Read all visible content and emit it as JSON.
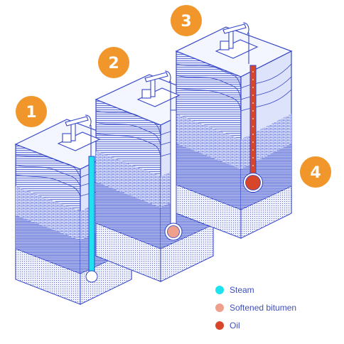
{
  "steps": [
    {
      "number": "1",
      "fluid": "steam"
    },
    {
      "number": "2",
      "fluid": "bitumen"
    },
    {
      "number": "3",
      "fluid": "oil"
    },
    {
      "number": "4"
    }
  ],
  "legend": [
    {
      "label": "Steam",
      "color": "#1ee3ee"
    },
    {
      "label": "Softened bitumen",
      "color": "#eea08c"
    },
    {
      "label": "Oil",
      "color": "#d8462a"
    }
  ],
  "colors": {
    "badge": "#f0962a",
    "line": "#3546c8",
    "face_top": "#f4f6ff",
    "face_left": "#e8ecfc",
    "face_right": "#dde3fa",
    "pipe": "#ffffff"
  }
}
